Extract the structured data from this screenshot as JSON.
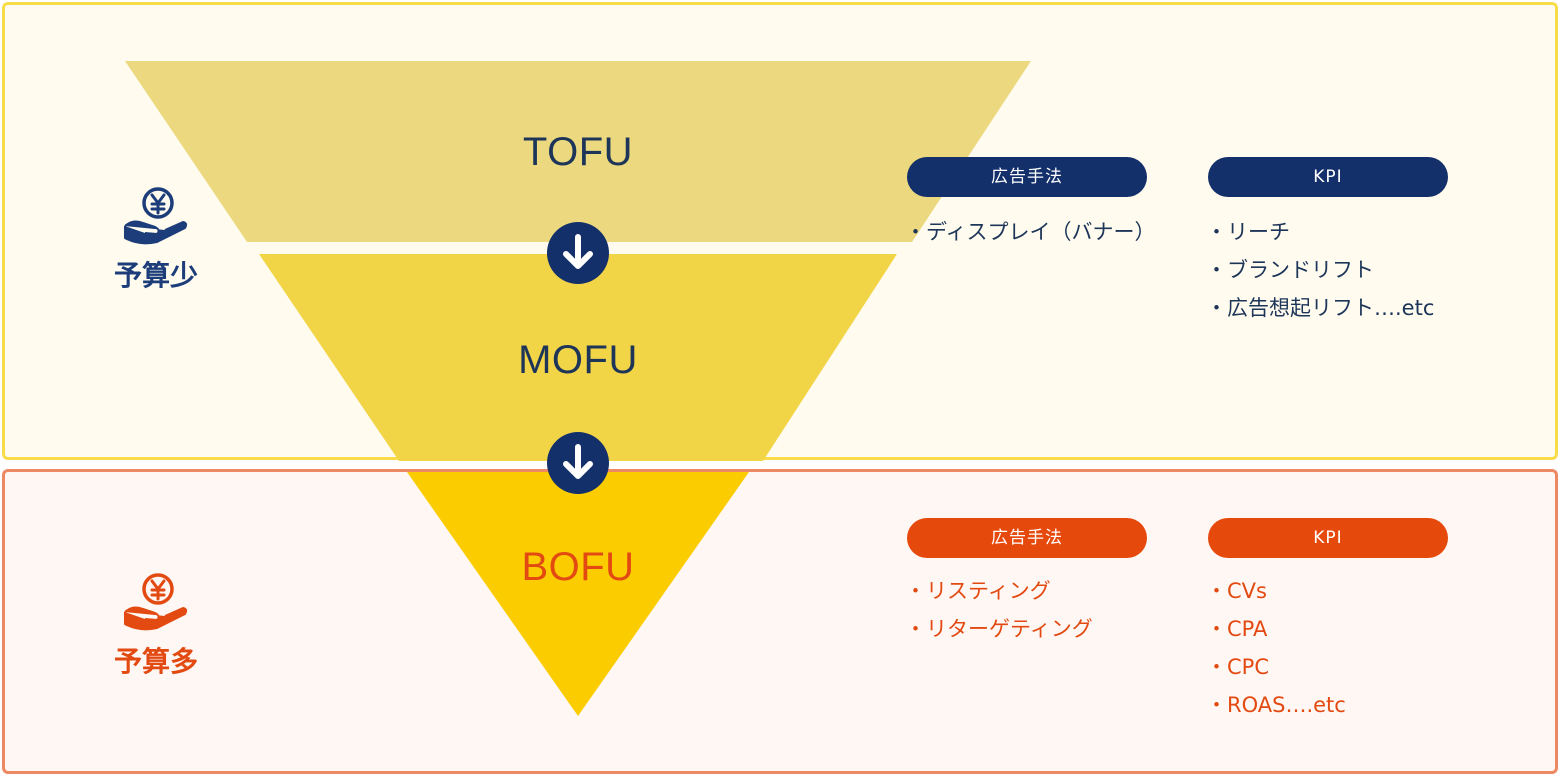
{
  "funnel": {
    "stages": [
      "TOFU",
      "MOFU",
      "BOFU"
    ]
  },
  "budget": {
    "low": {
      "label": "予算少",
      "icon": "yen-coin-hand-icon"
    },
    "high": {
      "label": "予算多",
      "icon": "yen-coin-hand-icon"
    }
  },
  "top_section": {
    "method_header": "広告手法",
    "methods": [
      "・ディスプレイ（バナー）"
    ],
    "kpi_header": "KPI",
    "kpis": [
      "・リーチ",
      "・ブランドリフト",
      "・広告想起リフト….etc"
    ]
  },
  "bottom_section": {
    "method_header": "広告手法",
    "methods": [
      "・リスティング",
      "・リターゲティング"
    ],
    "kpi_header": "KPI",
    "kpis": [
      "・CVs",
      "・CPA",
      "・CPC",
      "・ROAS….etc"
    ]
  },
  "colors": {
    "navy": "#13306a",
    "orange": "#e6490c",
    "tofu_fill": "#ecd97f",
    "mofu_fill": "#f2d447",
    "bofu_fill": "#fbcd00",
    "top_border": "#f8dc4a",
    "bottom_border": "#ee8a63"
  }
}
